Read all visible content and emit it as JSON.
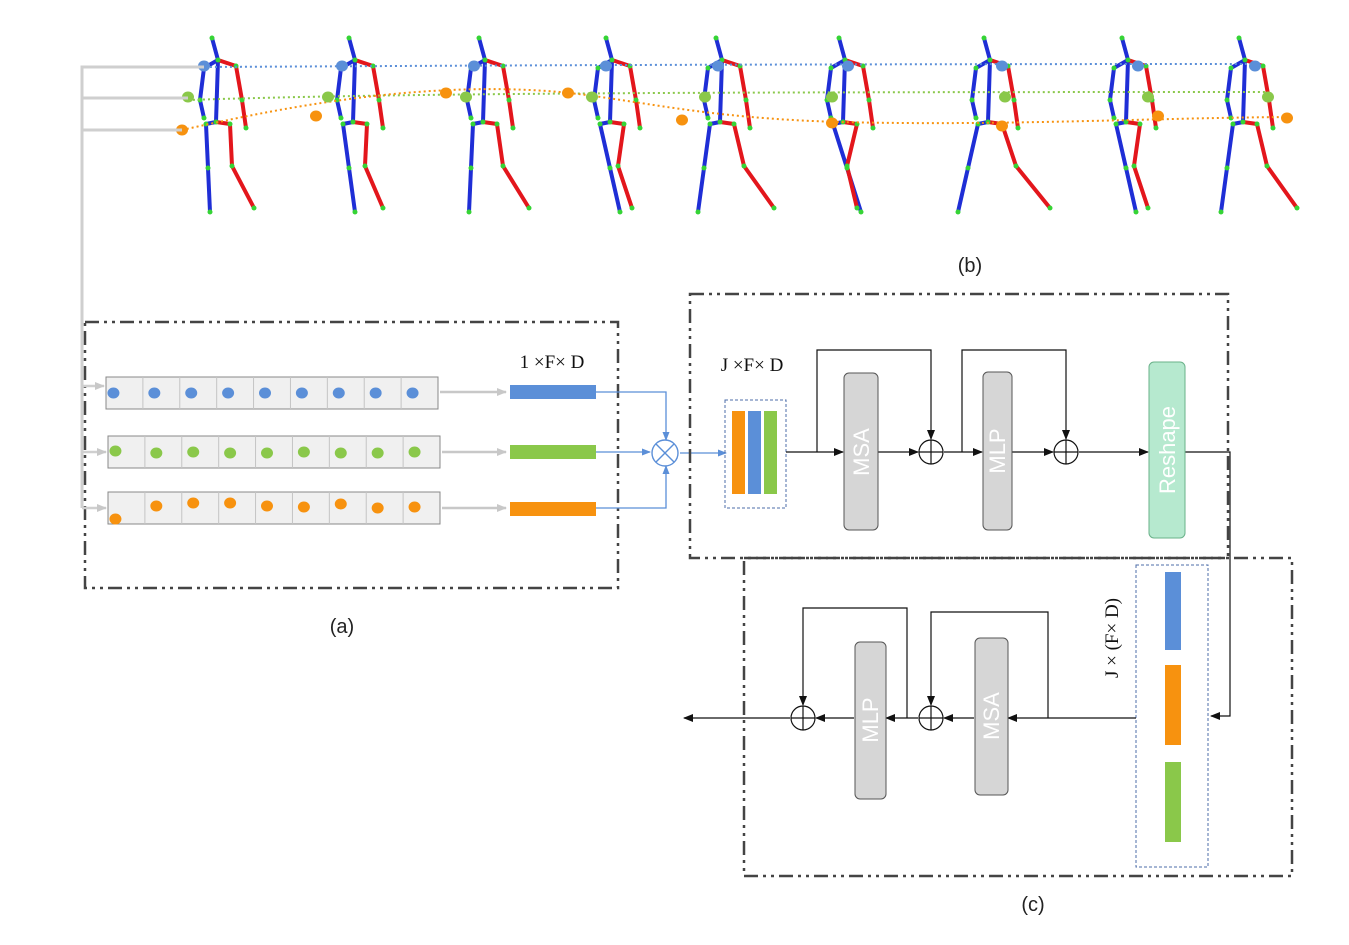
{
  "captions": {
    "a": "(a)",
    "b": "(b)",
    "c": "(c)"
  },
  "dims": {
    "joint_feature": "1 ×F× D",
    "temporal_input": "J ×F× D",
    "reshaped": "J × (F× D)"
  },
  "blocks": {
    "msa_top": "MSA",
    "mlp_top": "MLP",
    "reshape": "Reshape",
    "msa_bottom": "MSA",
    "mlp_bottom": "MLP"
  },
  "colors": {
    "blue": "#5b8fd8",
    "green": "#8ac84a",
    "orange": "#f7920f",
    "bone_blue": "#1f2ed6",
    "bone_red": "#e3161c",
    "joint": "#35d435",
    "block_gray": "#d6d6d6",
    "reshape_green": "#b6e9cf"
  }
}
